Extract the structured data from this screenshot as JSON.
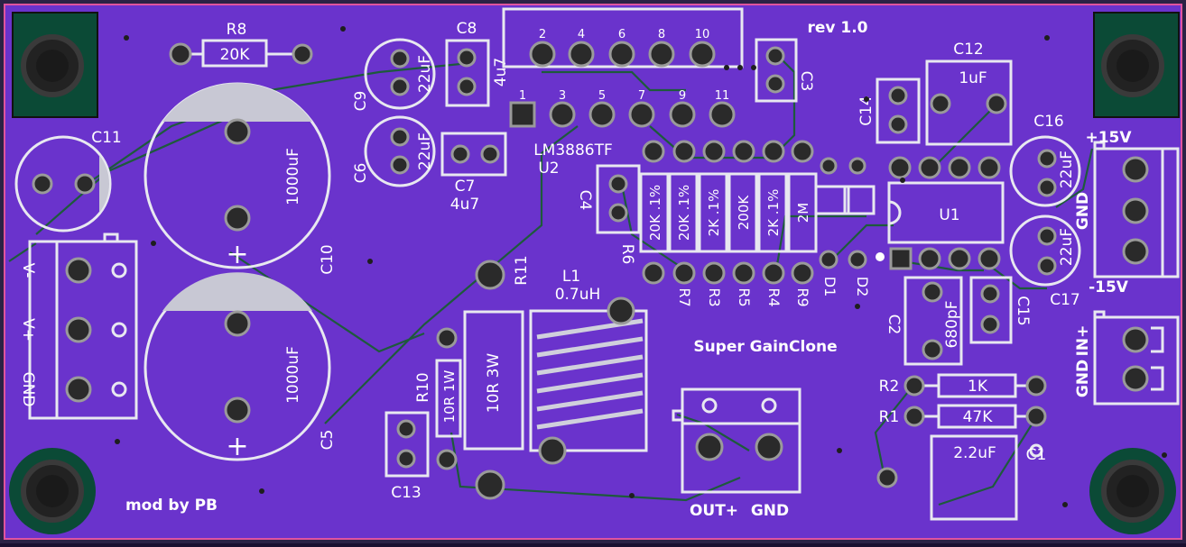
{
  "board": {
    "title": "Super GainClone",
    "revision": "rev 1.0",
    "author": "mod by PB",
    "colors": {
      "substrate": "#6a33cc",
      "silkscreen": "#e8e8f0",
      "trace": "#1e5a3c",
      "pad": "#2a2a2a",
      "outline": "#e0549e"
    }
  },
  "labels": {
    "r8": "R8",
    "r8v": "20K",
    "c8": "C8",
    "c8v": "4u7",
    "c9": "C9",
    "c9v": "22uF",
    "c6": "C6",
    "c6v": "22uF",
    "c7": "C7",
    "c7v": "4u7",
    "c3": "C3",
    "c4": "C4",
    "c10": "C10",
    "c10v": "1000uF",
    "c5": "C5",
    "c5v": "1000uF",
    "c11": "C11",
    "ic": "LM3886TF",
    "u2": "U2",
    "u1": "U1",
    "r11": "R11",
    "l1": "L1",
    "l1v": "0.7uH",
    "r10": "R10",
    "r10v": "10R 1W",
    "r3wv": "10R 3W",
    "c13": "C13",
    "r6": "R6",
    "r7": "R7",
    "r3": "R3",
    "r5": "R5",
    "r4": "R4",
    "r9": "R9",
    "d1": "D1",
    "d2": "D2",
    "c12": "C12",
    "c12v": "1uF",
    "c14": "C14",
    "c16": "C16",
    "c16v": "22uF",
    "c17": "C17",
    "c17v": "22uF",
    "c2": "C2",
    "c2v": "680pF",
    "c15": "C15",
    "r2": "R2",
    "r2v": "1K",
    "r1": "R1",
    "r1v": "47K",
    "c1": "C1",
    "c1v": "2.2uF",
    "plus15": "+15V",
    "minus15": "-15V",
    "gnd_r": "GND",
    "vminus": "V-",
    "vplus": "V+",
    "gnd_l": "GND",
    "inplus": "IN+",
    "gnd_in": "GND",
    "outplus": "OUT+",
    "gnd_out": "GND",
    "res": [
      "20K .1%",
      "20K .1%",
      "2K .1%",
      "200K",
      "2K .1%",
      "2M"
    ],
    "pins": [
      "1",
      "2",
      "3",
      "4",
      "5",
      "6",
      "7",
      "8",
      "9",
      "10",
      "11"
    ]
  }
}
